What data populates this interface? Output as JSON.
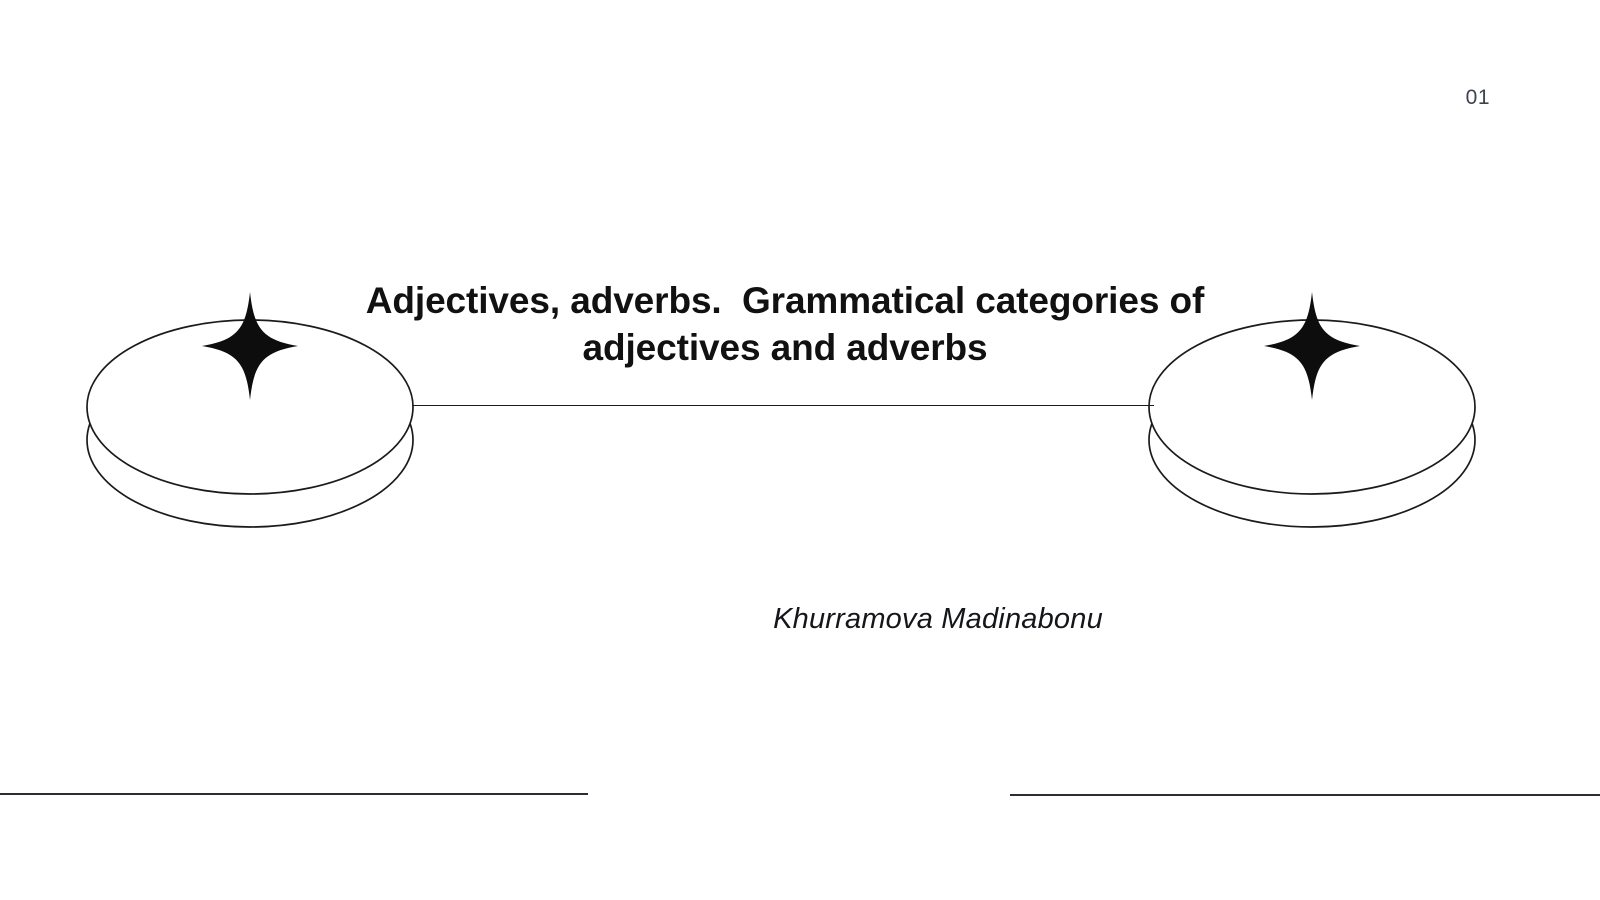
{
  "slide": {
    "background_color": "#ffffff",
    "page_number": "01",
    "page_number_color": "#3d4450"
  },
  "title": {
    "text": "Adjectives, adverbs.  Grammatical categories of adjectives and adverbs",
    "line1": "Adjectives, adverbs.  Grammatical categories of",
    "line2": "adjectives and adverbs",
    "color": "#111111",
    "weight": "bold"
  },
  "author": {
    "name": "Khurramova Madinabonu",
    "style": "italic",
    "color": "#14161a"
  },
  "decorations": {
    "left_ring": {
      "icon": "ring-disc-shape",
      "star_icon": "four-pointed-star-icon",
      "stroke_color": "#1b1b1b",
      "fill_color": "#ffffff"
    },
    "right_ring": {
      "icon": "ring-disc-shape",
      "star_icon": "four-pointed-star-icon",
      "stroke_color": "#1b1b1b",
      "fill_color": "#ffffff"
    },
    "connector_line": {
      "icon": "horizontal-connector-line",
      "color": "#1b1b1b"
    },
    "bottom_rule_left": {
      "icon": "horizontal-rule",
      "color": "#2a2d33"
    },
    "bottom_rule_right": {
      "icon": "horizontal-rule",
      "color": "#2a2d33"
    }
  }
}
